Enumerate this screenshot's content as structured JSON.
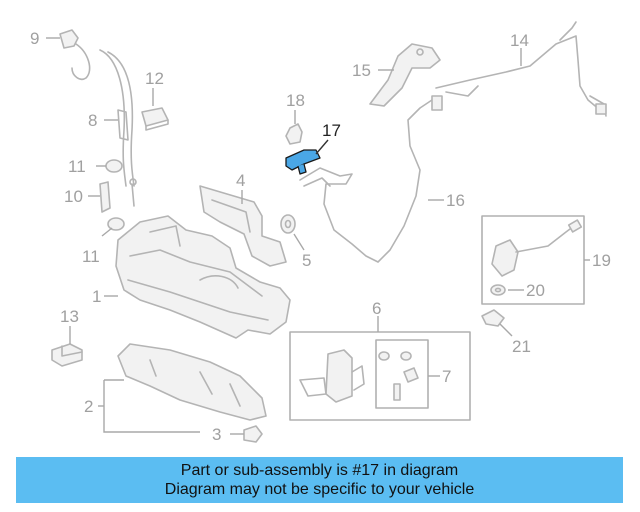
{
  "callouts": {
    "c1": "1",
    "c2": "2",
    "c3": "3",
    "c4": "4",
    "c5": "5",
    "c6": "6",
    "c7": "7",
    "c8": "8",
    "c9": "9",
    "c10": "10",
    "c11a": "11",
    "c11b": "11",
    "c12": "12",
    "c13": "13",
    "c14": "14",
    "c15": "15",
    "c16": "16",
    "c17": "17",
    "c18": "18",
    "c19": "19",
    "c20": "20",
    "c21": "21"
  },
  "highlight": {
    "part": "17",
    "color": "#4aa7e6"
  },
  "banner": {
    "line1": "Part or sub-assembly is #17 in diagram",
    "line2": "Diagram may not be specific to your vehicle",
    "background": "#5bbdf2"
  }
}
